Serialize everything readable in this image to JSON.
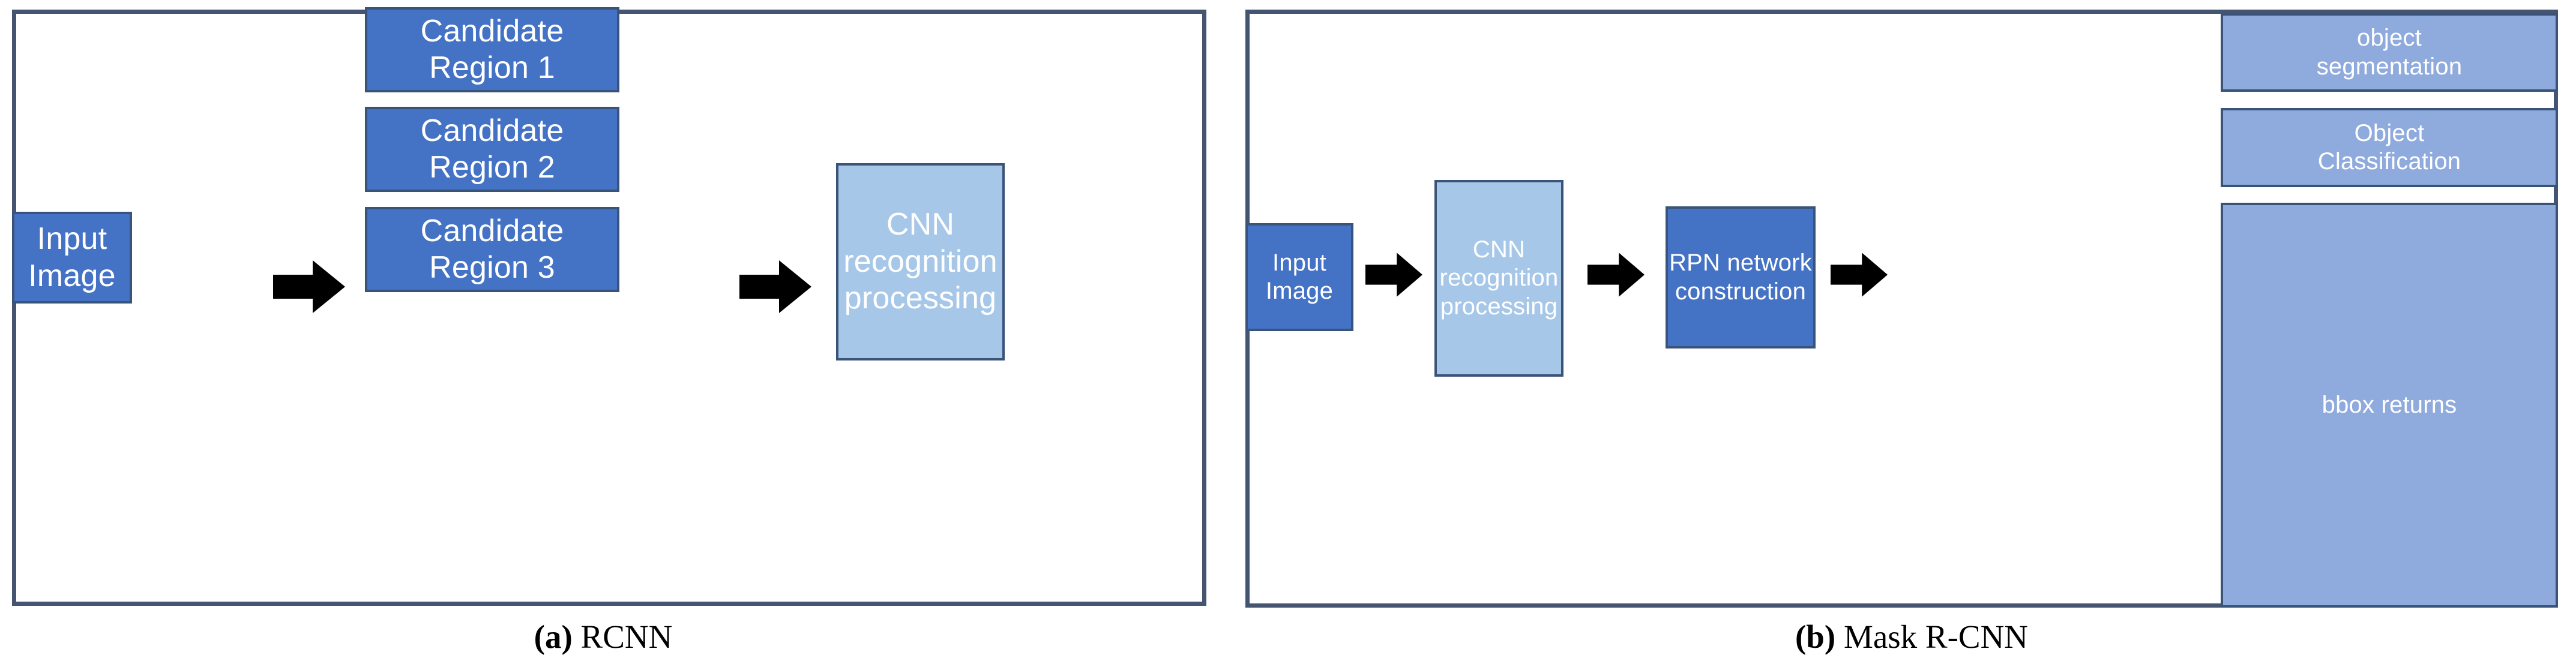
{
  "figure": {
    "panels": [
      {
        "id": "a",
        "caption_tag": "(a)",
        "caption_text": " RCNN",
        "nodes": {
          "input_image": "Input\nImage",
          "candidate_region_1": "Candidate\nRegion 1",
          "candidate_region_2": "Candidate\nRegion 2",
          "candidate_region_3": "Candidate\nRegion 3",
          "cnn_recognition": "CNN\nrecognition\nprocessing"
        },
        "arrows": [
          {
            "name": "input-to-candidates",
            "direction": "right"
          },
          {
            "name": "candidates-to-cnn",
            "direction": "right"
          }
        ]
      },
      {
        "id": "b",
        "caption_tag": "(b)",
        "caption_text": " Mask R-CNN",
        "nodes": {
          "input_image": "Input\nImage",
          "cnn_recognition": "CNN\nrecognition\nprocessing",
          "rpn_network": "RPN network\nconstruction",
          "object_segmentation": "object\nsegmentation",
          "object_classification": "Object\nClassification",
          "bbox_returns": "bbox returns"
        },
        "arrows": [
          {
            "name": "input-to-cnn",
            "direction": "right"
          },
          {
            "name": "cnn-to-rpn",
            "direction": "right"
          },
          {
            "name": "rpn-to-outputs",
            "direction": "right"
          }
        ]
      }
    ]
  },
  "colors": {
    "panel_border": "#455470",
    "box_border": "#3A5378",
    "fill_dark_blue": "#4472C4",
    "fill_light_blue": "#A6C7E8",
    "fill_mid_blue": "#8FAADC",
    "arrow": "#000000",
    "box_text": "#FFFFFF",
    "caption_text": "#000000",
    "background": "#FFFFFF"
  }
}
